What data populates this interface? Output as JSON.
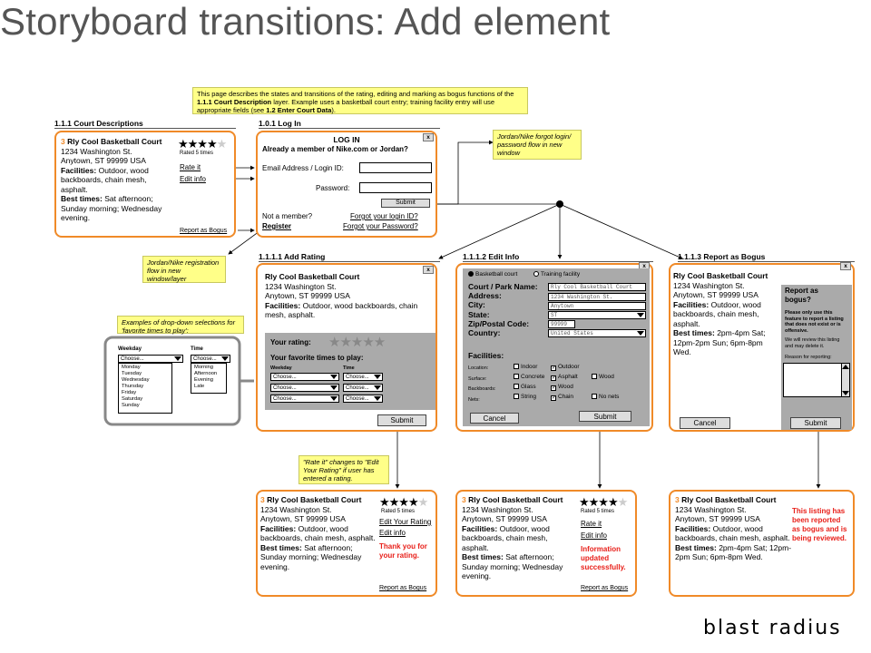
{
  "title": "Storyboard transitions:  Add element",
  "intro_note": {
    "pre": "This page describes the states and transitions of the rating, editing and marking as bogus functions of the ",
    "b1": "1.1.1 Court Description",
    "mid": " layer.  Example uses a basketball court entry; training facility entry will use appropriate fields (see ",
    "b2": "1.2 Enter Court Data",
    "post": ")."
  },
  "sections": {
    "court_descriptions": "1.1.1 Court Descriptions",
    "log_in": "1.0.1 Log In",
    "add_rating": "1.1.1.1 Add Rating",
    "edit_info": "1.1.1.2 Edit Info",
    "report_bogus": "1.1.1.3 Report as Bogus"
  },
  "court": {
    "num": "3",
    "name": "Rly Cool Basketball Court",
    "address1": "1234 Washington St.",
    "address2": "Anytown, ST 99999 USA",
    "facilities_label": "Facilities:",
    "facilities": "Outdoor, wood backboards, chain mesh, asphalt.",
    "best_label": "Best times:",
    "best": "Sat afternoon; Sunday morning; Wednesday evening.",
    "rated": "Rated 5 times",
    "rating": 4,
    "rate_it": "Rate it",
    "edit_info": "Edit info",
    "report": "Report as Bogus",
    "edit_your_rating": "Edit Your Rating",
    "stars_full": "★★★★",
    "stars_empty": "★"
  },
  "login": {
    "heading": "LOG IN",
    "question": "Already a member of Nike.com or Jordan?",
    "email_label": "Email Address / Login ID:",
    "password_label": "Password:",
    "submit": "Submit",
    "not_member": "Not a member?",
    "register": "Register",
    "forgot_login": "Forgot  your login ID?",
    "forgot_password": "Forgot your Password?",
    "close": "x"
  },
  "notes": {
    "forgot": "Jordan/Nike forgot login/ password flow in new window",
    "registration": "Jordan/Nike registration flow in new window/layer",
    "dropdowns": "Examples of drop-down selections for 'favorite times to play':",
    "rate_changes": "\"Rate it\" changes to \"Edit Your Rating\" if user has entered a rating."
  },
  "dropdown_example": {
    "weekday_label": "Weekday",
    "time_label": "Time",
    "choose": "Choose...",
    "weekdays": [
      "Monday",
      "Tuesday",
      "Wednesday",
      "Thursday",
      "Friday",
      "Saturday",
      "Sunday"
    ],
    "times": [
      "Morning",
      "Afternoon",
      "Evening",
      "Late"
    ]
  },
  "add_rating": {
    "name": "Rly Cool Basketball Court",
    "address1": "1234 Washington St.",
    "address2": "Anytown, ST 99999 USA",
    "facilities_label": "Facilities:",
    "facilities": "Outdoor, wood backboards, chain mesh, asphalt.",
    "your_rating": "Your rating:",
    "stars": "★★★★★",
    "fav_times": "Your favorite times to play:",
    "weekday": "Weekday",
    "time": "Time",
    "choose": "Choose...",
    "submit": "Submit"
  },
  "edit_info": {
    "radio_basketball": "Basketball court",
    "radio_training": "Training facility",
    "court_name_label": "Court / Park Name:",
    "court_name_value": "Rly Cool Basketball Court",
    "address_label": "Address:",
    "address_value": "1234 Washington St.",
    "city_label": "City:",
    "city_value": "Anytown",
    "state_label": "State:",
    "state_value": "ST",
    "zip_label": "Zip/Postal Code:",
    "zip_value": "99999",
    "country_label": "Country:",
    "country_value": "United States",
    "facilities_label": "Facilities:",
    "location_label": "Location:",
    "surface_label": "Surface:",
    "backboards_label": "Backboards:",
    "nets_label": "Nets:",
    "indoor": "Indoor",
    "outdoor": "Outdoor",
    "concrete": "Concrete",
    "asphalt": "Asphalt",
    "wood": "Wood",
    "glass": "Glass",
    "string": "String",
    "chain": "Chain",
    "no_nets": "No nets",
    "cancel": "Cancel",
    "submit": "Submit"
  },
  "report_bogus": {
    "name": "Rly Cool Basketball Court",
    "address1": "1234 Washington St.",
    "address2": "Anytown, ST 99999 USA",
    "facilities_label": "Facilities:",
    "facilities": "Outdoor, wood backboards, chain mesh, asphalt.",
    "best_label": "Best times:",
    "best": "2pm-4pm Sat; 12pm-2pm Sun; 6pm-8pm Wed.",
    "heading": "Report as bogus?",
    "desc": "Please only use this feature to report a listing that does not exist or is offensive.",
    "review": "We will review this listing and may delete it.",
    "reason": "Reason for reporting:",
    "cancel": "Cancel",
    "submit": "Submit"
  },
  "results": {
    "thank_you": "Thank you for your rating.",
    "info_updated": "Information updated successfully.",
    "bogus_reported": "This listing has been reported as bogus and is being reviewed."
  },
  "logo": "blast radius"
}
